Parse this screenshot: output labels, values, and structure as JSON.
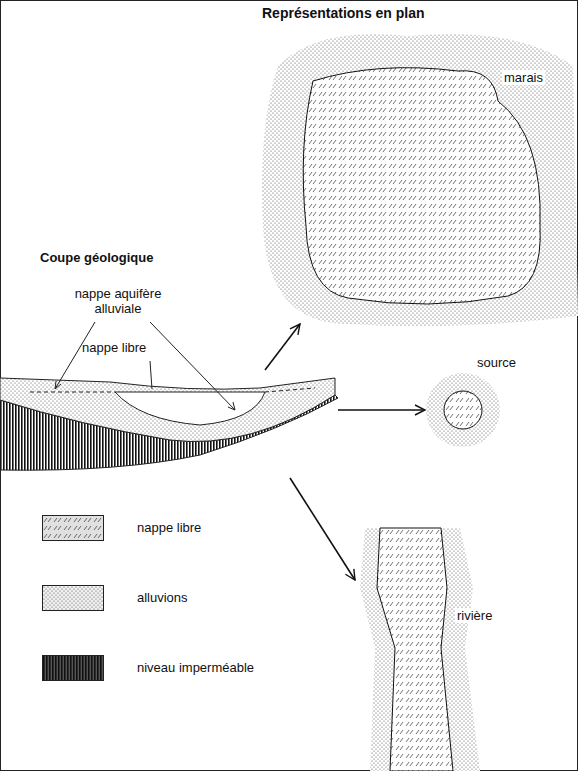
{
  "diagram": {
    "nodes": [
      {
        "text": [
          "nappe aquifère alluviale",
          "nappe libre"
        ]
      },
      {
        "text": [
          "marais"
        ]
      },
      {
        "text": [
          "source"
        ]
      },
      {
        "text": [
          "rivière"
        ]
      }
    ],
    "edges": [
      {
        "from": 0,
        "to": 1,
        "arrow": "to"
      },
      {
        "from": 0,
        "to": 2,
        "arrow": "to"
      },
      {
        "from": 0,
        "to": 3,
        "arrow": "to"
      }
    ],
    "labels": [
      "Représentations en plan",
      "Coupe géologique"
    ],
    "legend": [
      {
        "text": "nappe libre",
        "color": "#e0e0e0"
      },
      {
        "text": "alluvions",
        "color": "#f0f0f0"
      },
      {
        "text": "niveau imperméable",
        "color": "#555555"
      }
    ]
  }
}
